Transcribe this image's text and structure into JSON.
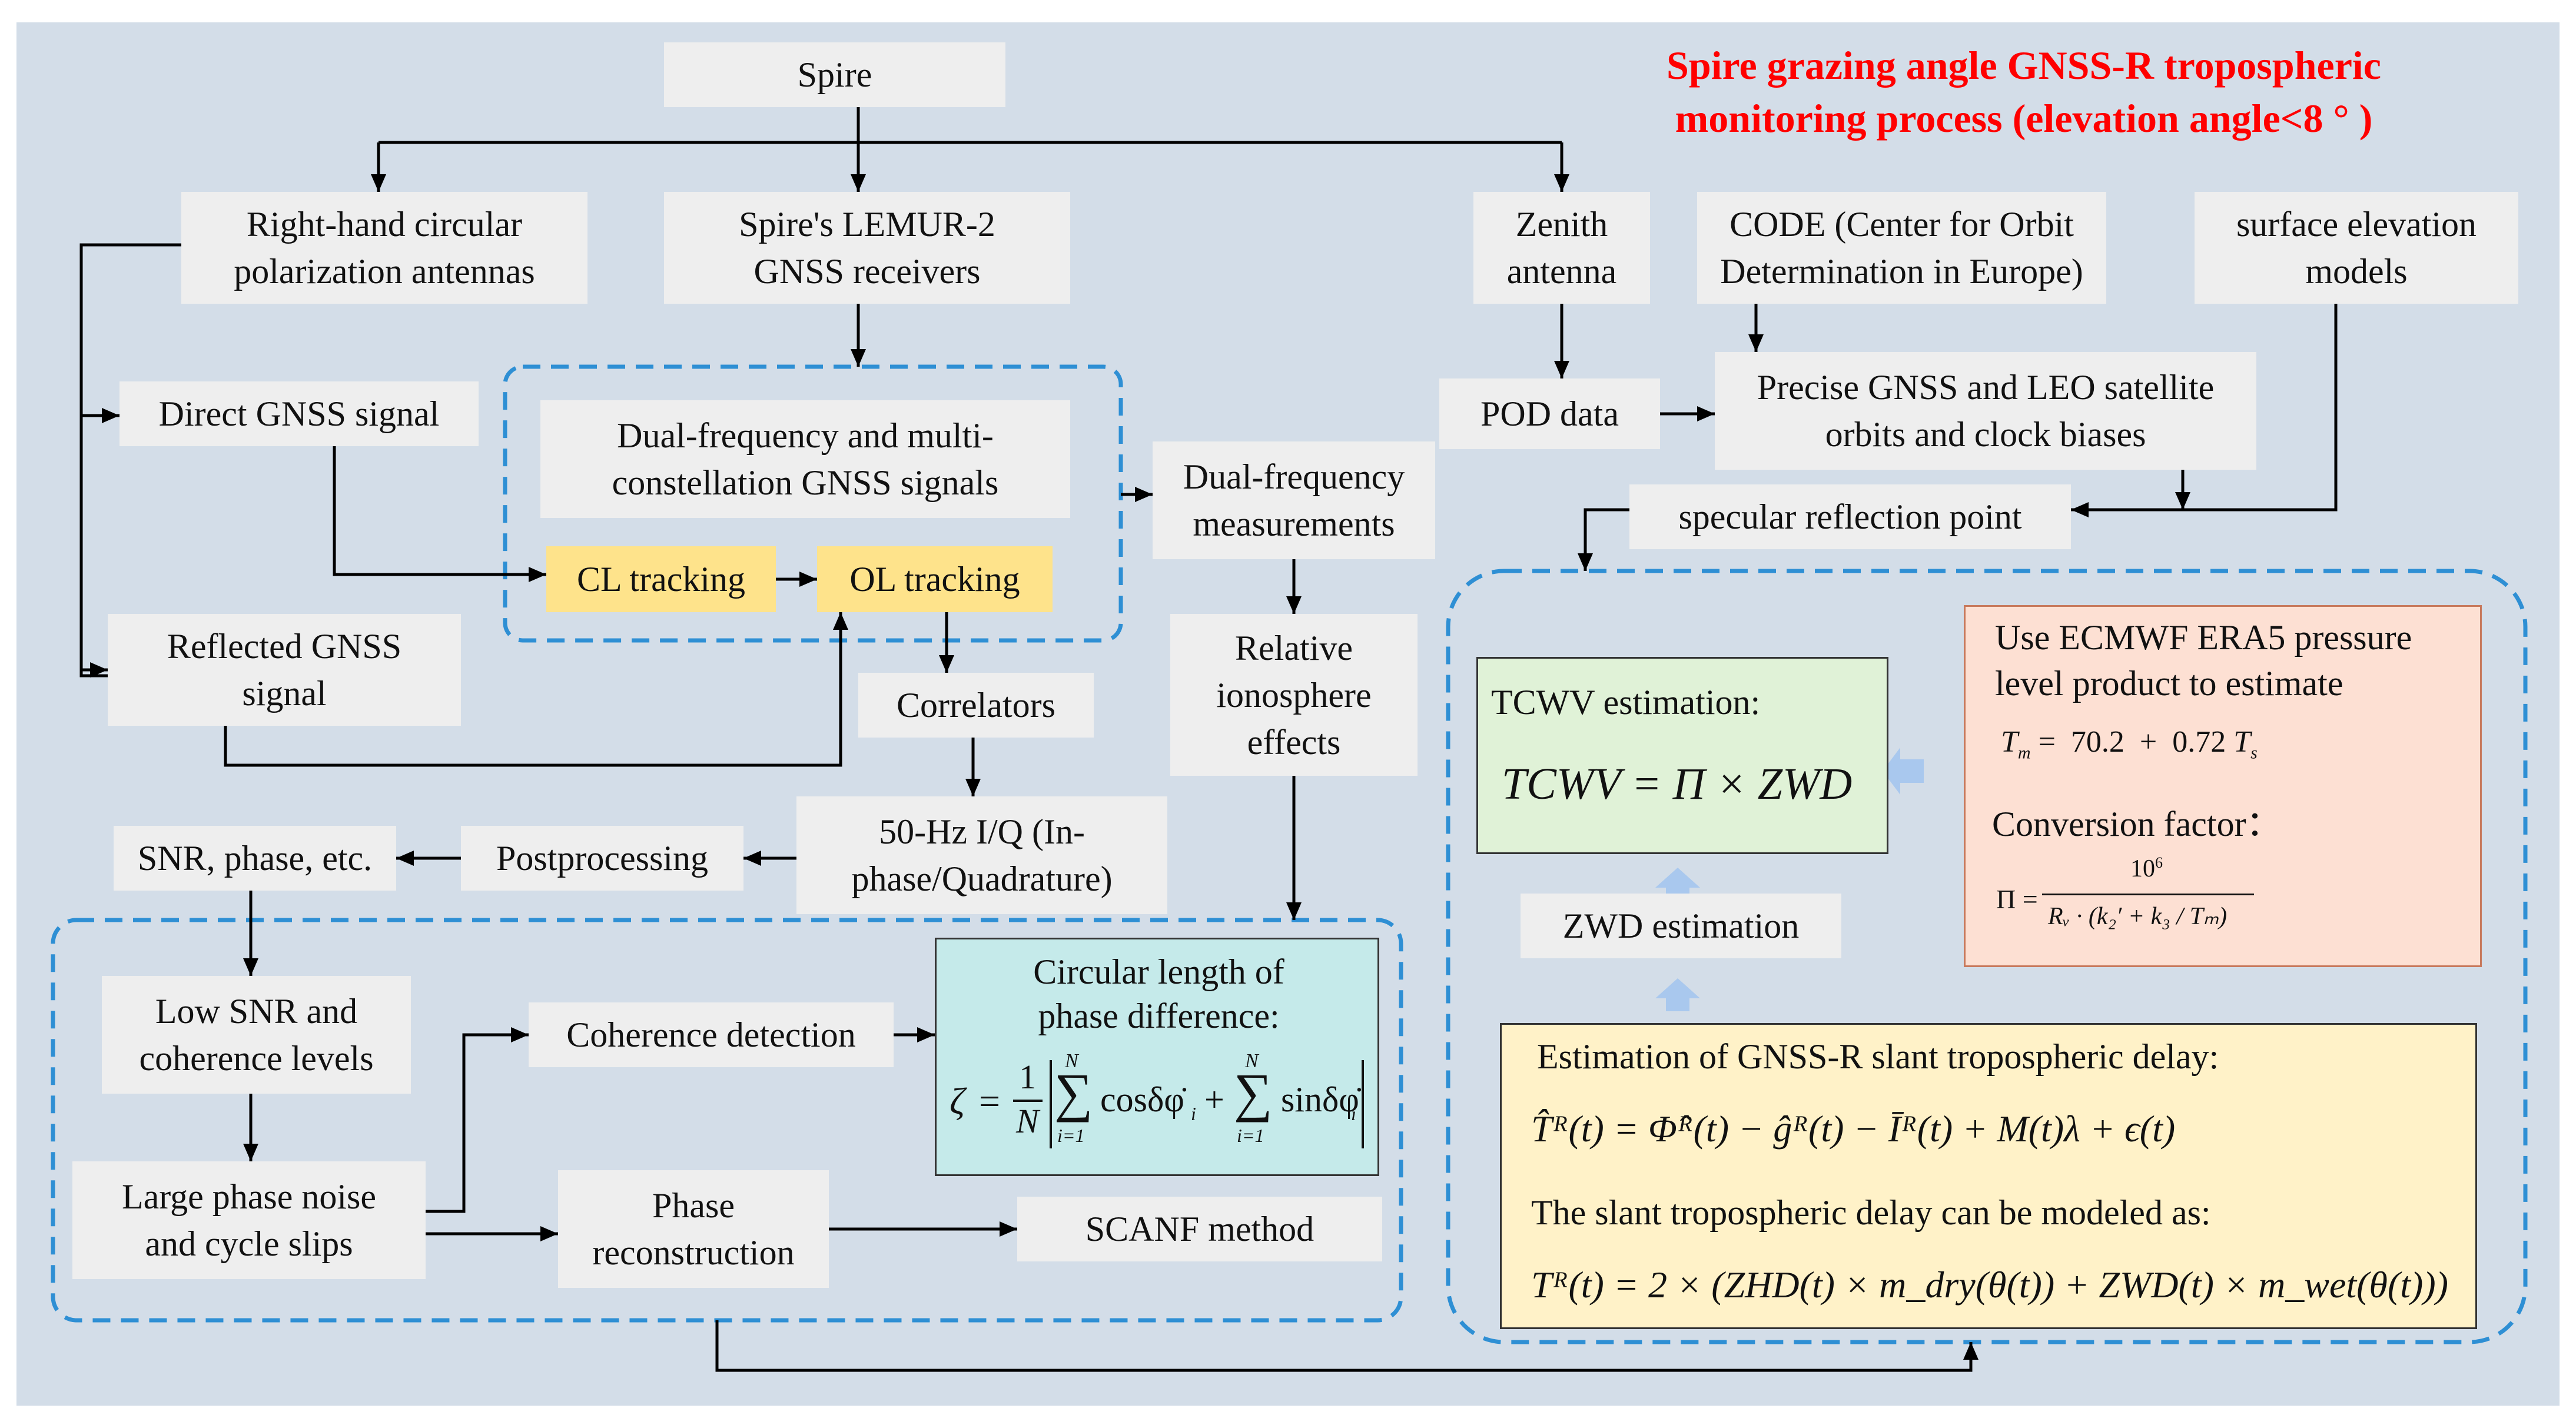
{
  "title": {
    "line1": "Spire grazing angle GNSS-R tropospheric",
    "line2": "monitoring process (elevation angle<8 ° )"
  },
  "nodes": {
    "spire": "Spire",
    "rhcp": [
      "Right-hand circular",
      "polarization antennas"
    ],
    "lemur": [
      "Spire's LEMUR-2",
      "GNSS receivers"
    ],
    "zenith": [
      "Zenith",
      "antenna"
    ],
    "code": [
      "CODE (Center for Orbit",
      "Determination in Europe)"
    ],
    "surface": [
      "surface elevation",
      "models"
    ],
    "direct": "Direct GNSS signal",
    "dualfreq_signals": [
      "Dual-frequency and multi-",
      "constellation GNSS signals"
    ],
    "cl": "CL tracking",
    "ol": "OL tracking",
    "pod": "POD data",
    "precise": [
      "Precise GNSS and LEO satellite",
      "orbits and clock biases"
    ],
    "dualfreq_meas": [
      "Dual-frequency",
      "measurements"
    ],
    "specular": "specular reflection point",
    "reflected": [
      "Reflected GNSS",
      "signal"
    ],
    "correlators": "Correlators",
    "relative_iono": [
      "Relative",
      "ionosphere",
      "effects"
    ],
    "iq": [
      "50-Hz I/Q (In-",
      "phase/Quadrature)"
    ],
    "postproc": "Postprocessing",
    "snr": "SNR, phase, etc.",
    "low_snr": [
      "Low SNR and",
      "coherence levels"
    ],
    "coherence": "Coherence detection",
    "large_noise": [
      "Large phase noise",
      "and cycle slips"
    ],
    "phase_recon": [
      "Phase",
      "reconstruction"
    ],
    "scanf": "SCANF method",
    "zwd_est": "ZWD estimation"
  },
  "formulas": {
    "circular": {
      "heading": [
        "Circular length of",
        "phase difference:"
      ],
      "zeta": "ζ",
      "eq": "=",
      "one": "1",
      "N": "N",
      "sum_top": "N",
      "sum_bottom": "i=1",
      "cos": "cosδφ̇",
      "sin": "sinδφ̇",
      "sub_i": "i",
      "plus": "+"
    },
    "tcwv": {
      "heading": "TCWV estimation:",
      "eq": "TCWV = Π × ZWD"
    },
    "era5": {
      "heading": [
        "Use ECMWF ERA5 pressure",
        "level product to estimate"
      ],
      "tm_eq": "T",
      "tm_sub": "m",
      "tm_rest": " =  70.2  +  0.72 ",
      "ts": "T",
      "ts_sub": "s",
      "conv": "Conversion factor：",
      "pi_lhs": "Π =",
      "pi_num": "10",
      "pi_exp": "6",
      "pi_den": "Rᵥ · (k₂′ + k₃ / Tₘ)"
    },
    "slant": {
      "heading": "Estimation of GNSS-R slant tropospheric delay:",
      "eq1": "T̂ᴿ(t) = Φ̂ᴿ(t) − ĝᴿ(t) − Īᴿ(t) + M(t)λ + ϵ(t)",
      "modeled": "The slant tropospheric delay can be modeled as:",
      "eq2": "Tᴿ(t) = 2 × (ZHD(t) × m_dry(θ(t)) + ZWD(t) × m_wet(θ(t)))"
    }
  },
  "colors": {
    "background": "#d3dde8",
    "box": "#eeeeee",
    "tracking": "#fee38b",
    "dashed": "#2e8fd4",
    "title": "#ff0000",
    "up_arrow": "#a9c8ee"
  }
}
